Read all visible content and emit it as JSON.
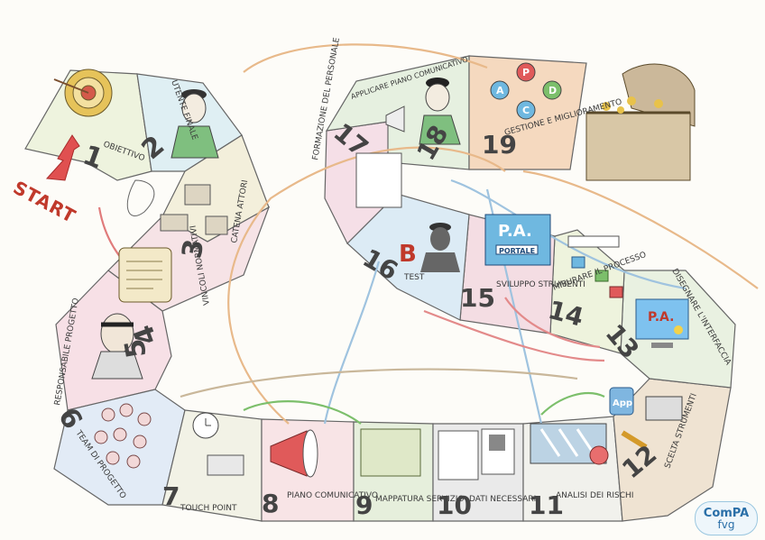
{
  "start_label": "START",
  "logo": {
    "line1": "ComPA",
    "line2": "fvg"
  },
  "steps": {
    "s1": {
      "num": "1",
      "label": "OBIETTIVO"
    },
    "s2": {
      "num": "2",
      "label": "UTENTE FINALE"
    },
    "s3": {
      "num": "3",
      "label": "CATENA ATTORI"
    },
    "s4": {
      "num": "4",
      "label": "VINCOLI NORMATIVI"
    },
    "s5": {
      "num": "5",
      "label": "RESPONSABILE PROGETTO"
    },
    "s6": {
      "num": "6",
      "label": "TEAM DI PROGETTO"
    },
    "s7": {
      "num": "7",
      "label": "TOUCH POINT"
    },
    "s8": {
      "num": "8",
      "label": "PIANO COMUNICATIVO"
    },
    "s9": {
      "num": "9",
      "label": "MAPPATURA SERVIZIO"
    },
    "s10": {
      "num": "10",
      "label": "DATI NECESSARI"
    },
    "s11": {
      "num": "11",
      "label": "ANALISI DEI RISCHI"
    },
    "s12": {
      "num": "12",
      "label": "SCELTA STRUMENTI"
    },
    "s13": {
      "num": "13",
      "label": "DISEGNARE L'INTERFACCIA"
    },
    "s14": {
      "num": "14",
      "label": "MISURARE IL PROCESSO"
    },
    "s15": {
      "num": "15",
      "label": "SVILUPPO STRUMENTI"
    },
    "s16": {
      "num": "16",
      "label": "TEST",
      "badge": "B"
    },
    "s17": {
      "num": "17",
      "label": "FORMAZIONE DEL PERSONALE"
    },
    "s18": {
      "num": "18",
      "label": "APPLICARE PIANO COMUNICATIVO"
    },
    "s19": {
      "num": "19",
      "label": "GESTIONE E MIGLIORAMENTO"
    }
  },
  "pdca": {
    "p": "P",
    "d": "D",
    "c": "C",
    "a": "A"
  },
  "screen_text": {
    "pa": "P.A.",
    "portal": "PORTALE",
    "app": "App"
  }
}
